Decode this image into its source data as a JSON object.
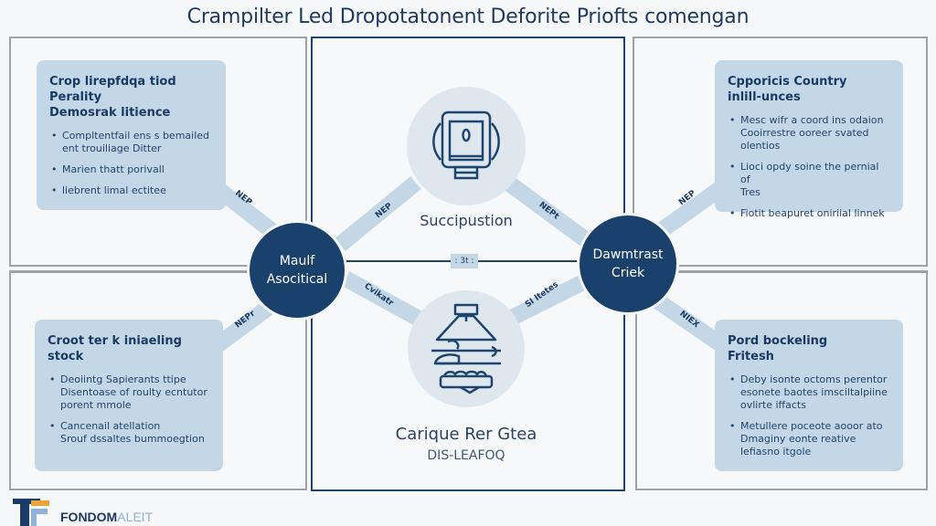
{
  "title": "Crampilter Led Dropotatonent Deforite Priofts comengan",
  "colors": {
    "node_fill": "#1a416c",
    "card_fill": "#c3d7e6",
    "connector": "#c3d7e6",
    "frame_border": "#9ea3a8",
    "center_frame_border": "#1f456e",
    "icon_circle": "#dfe7ee",
    "text_dark": "#1b3a63"
  },
  "cards": {
    "top_left": {
      "heading": [
        "Crop lirepfdqa tiod Perality",
        "Demosrak litience"
      ],
      "items": [
        {
          "lines": [
            "Compltentfail ens s bemailed",
            "ent trouiliage Ditter"
          ]
        },
        {
          "lines": [
            "Marien thatt porivall"
          ]
        },
        {
          "lines": [
            "liebrent limal ectitee"
          ]
        }
      ]
    },
    "top_right": {
      "heading": [
        "Cpporicis Country",
        "inlill-unces"
      ],
      "items": [
        {
          "lines": [
            "Mesc wifr a coord ins odaion",
            "Cooirrestre ooreer svated",
            "olentios"
          ]
        },
        {
          "lines": [
            "Lioci opdy soine the pernial of",
            "Tres"
          ]
        },
        {
          "lines": [
            "Fiotit beapuret oniriial linnek"
          ]
        }
      ]
    },
    "bottom_left": {
      "heading": [
        "Croot ter k iniaeling",
        "stock"
      ],
      "items": [
        {
          "lines": [
            "Deoiintg Sapierants ttipe",
            "Disentoase of roulty ecntutor",
            "porent mmole"
          ]
        },
        {
          "lines": [
            "Cancenail atellation",
            "Srouf dssaltes bummoegtion"
          ]
        }
      ]
    },
    "bottom_right": {
      "heading": [
        "Pord bockeling",
        "Fritesh"
      ],
      "items": [
        {
          "lines": [
            "Deby isonte octoms perentor",
            "esonete baotes imsciltalpiine",
            "ovlirte iffacts"
          ]
        },
        {
          "lines": [
            "Metullere poceote aooor ato",
            "Dmaginy eonte reative",
            "lefiasno itgole"
          ]
        }
      ]
    }
  },
  "nodes": {
    "left": [
      "Maulf",
      "Asocitical"
    ],
    "right": [
      "Dawmtrast",
      "Criek"
    ]
  },
  "center": {
    "top_label": "Succipustion",
    "top_icon": "monitor-device-icon",
    "bottom_label_line1": "Carique Rer Gtea",
    "bottom_label_line2": "DIS-LEAFOQ",
    "bottom_icon": "food-station-icon",
    "mid_badge": ": 3t :"
  },
  "connector_tags": {
    "left_top": "NEP",
    "left_bottom": "NEPr",
    "center_top_left": "NEP",
    "center_top_right": "NEPt",
    "center_bottom_left": "Cvikatr",
    "center_bottom_right": "Sl ltetes",
    "right_top": "NEP",
    "right_bottom": "NIEX"
  },
  "brand": {
    "name_bold": "FONDOM",
    "name_light": "ALEIT",
    "logo_icon": "tf-logo-icon"
  }
}
